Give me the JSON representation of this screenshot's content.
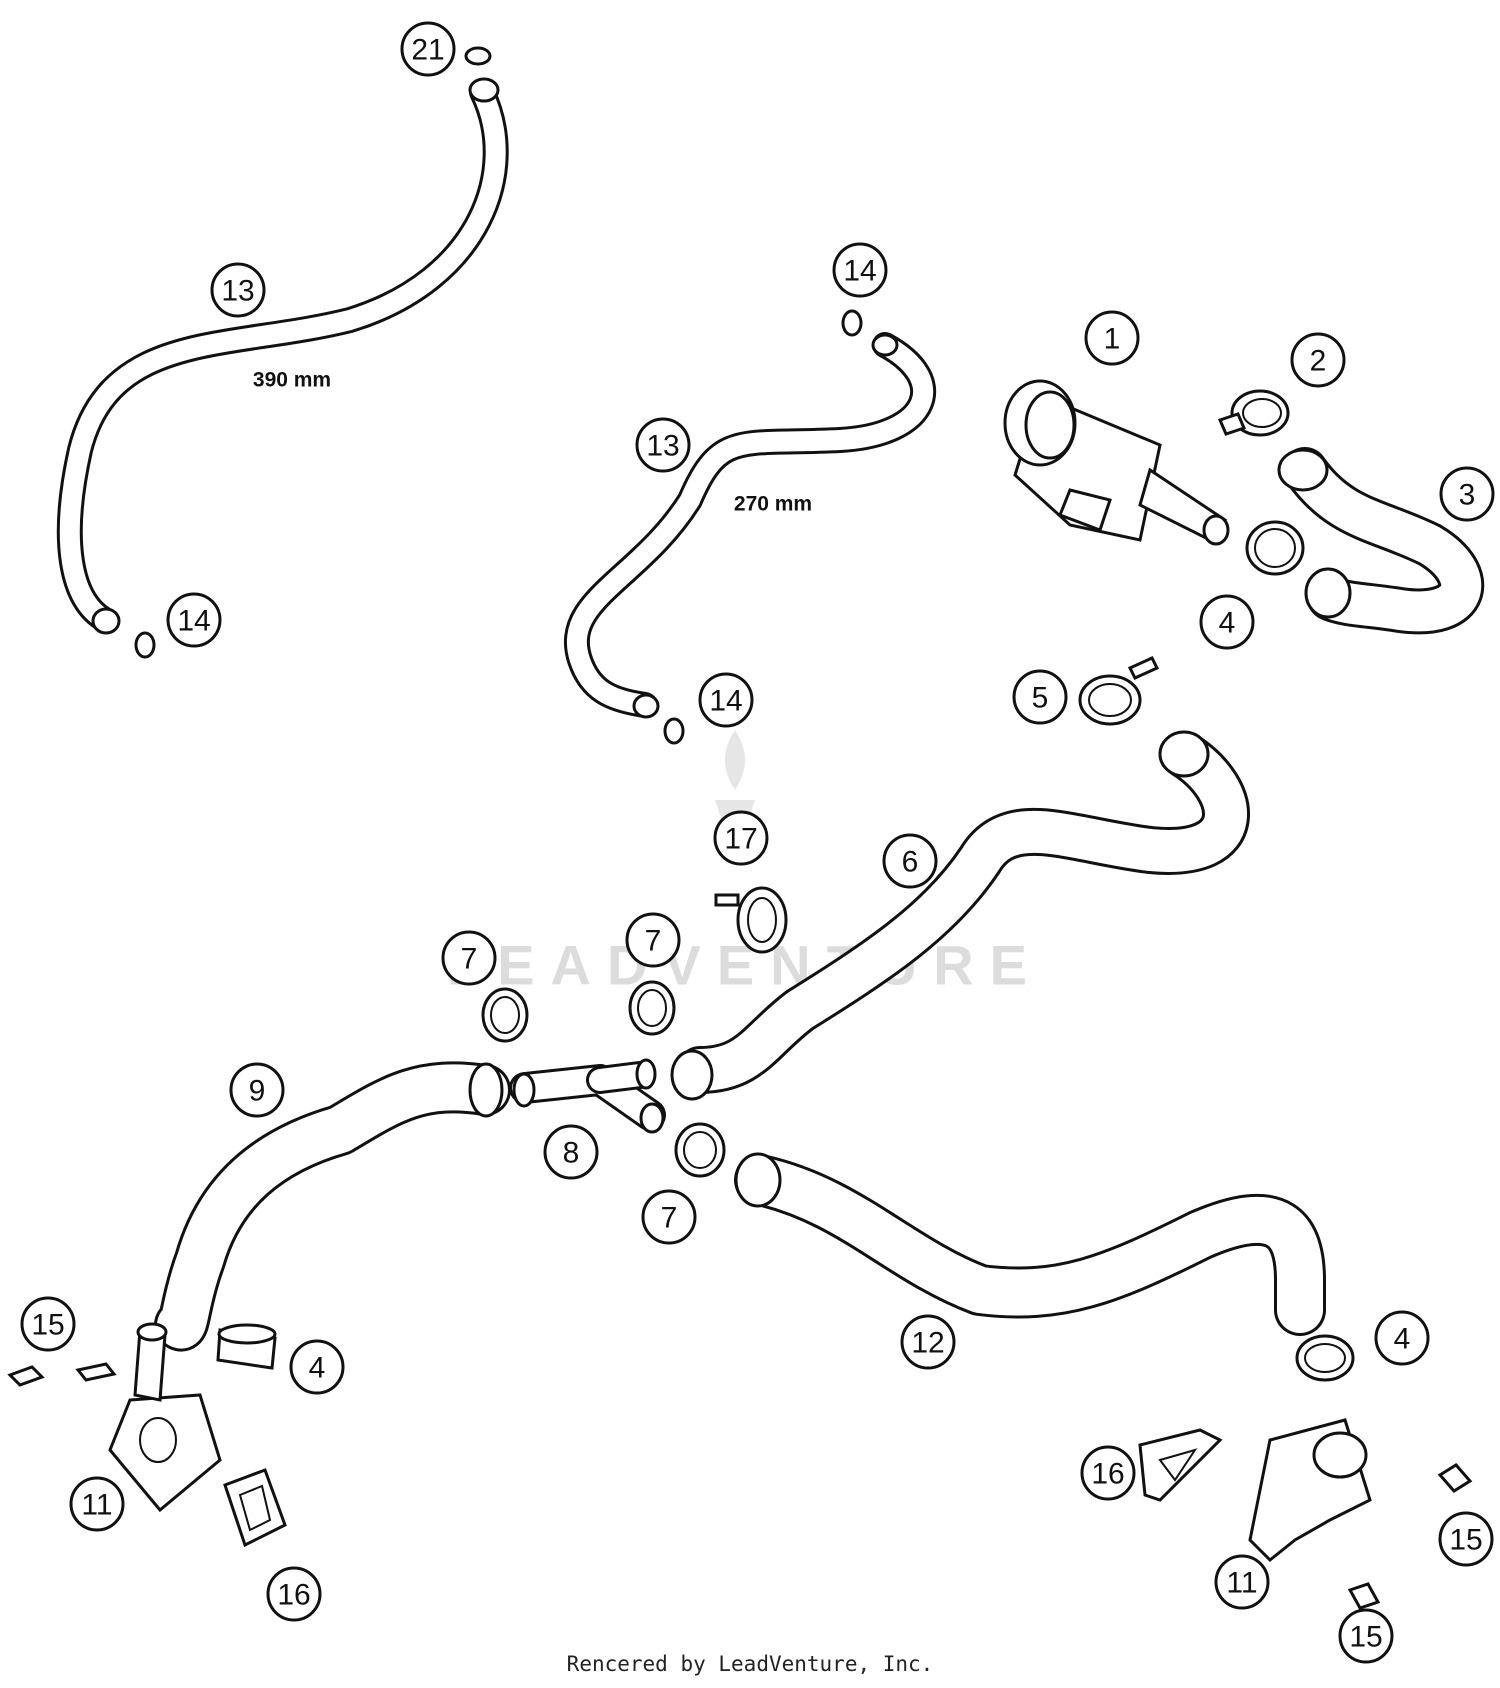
{
  "dimensions": {
    "hose_13_long": "390 mm",
    "hose_13_short": "270 mm"
  },
  "callouts": [
    {
      "id": "c21",
      "label": "21"
    },
    {
      "id": "c13a",
      "label": "13"
    },
    {
      "id": "c14a",
      "label": "14"
    },
    {
      "id": "c14b",
      "label": "14"
    },
    {
      "id": "c13b",
      "label": "13"
    },
    {
      "id": "c14c",
      "label": "14"
    },
    {
      "id": "c1",
      "label": "1"
    },
    {
      "id": "c2",
      "label": "2"
    },
    {
      "id": "c3",
      "label": "3"
    },
    {
      "id": "c4a",
      "label": "4"
    },
    {
      "id": "c5",
      "label": "5"
    },
    {
      "id": "c6",
      "label": "6"
    },
    {
      "id": "c17",
      "label": "17"
    },
    {
      "id": "c7a",
      "label": "7"
    },
    {
      "id": "c7b",
      "label": "7"
    },
    {
      "id": "c7c",
      "label": "7"
    },
    {
      "id": "c8",
      "label": "8"
    },
    {
      "id": "c9",
      "label": "9"
    },
    {
      "id": "c12",
      "label": "12"
    },
    {
      "id": "c4b",
      "label": "4"
    },
    {
      "id": "c4c",
      "label": "4"
    },
    {
      "id": "c15a",
      "label": "15"
    },
    {
      "id": "c11a",
      "label": "11"
    },
    {
      "id": "c16a",
      "label": "16"
    },
    {
      "id": "c16b",
      "label": "16"
    },
    {
      "id": "c15b",
      "label": "15"
    },
    {
      "id": "c11b",
      "label": "11"
    },
    {
      "id": "c15c",
      "label": "15"
    }
  ],
  "watermark": "LEADVENTURE",
  "footer": "Rencered by LeadVenture, Inc."
}
